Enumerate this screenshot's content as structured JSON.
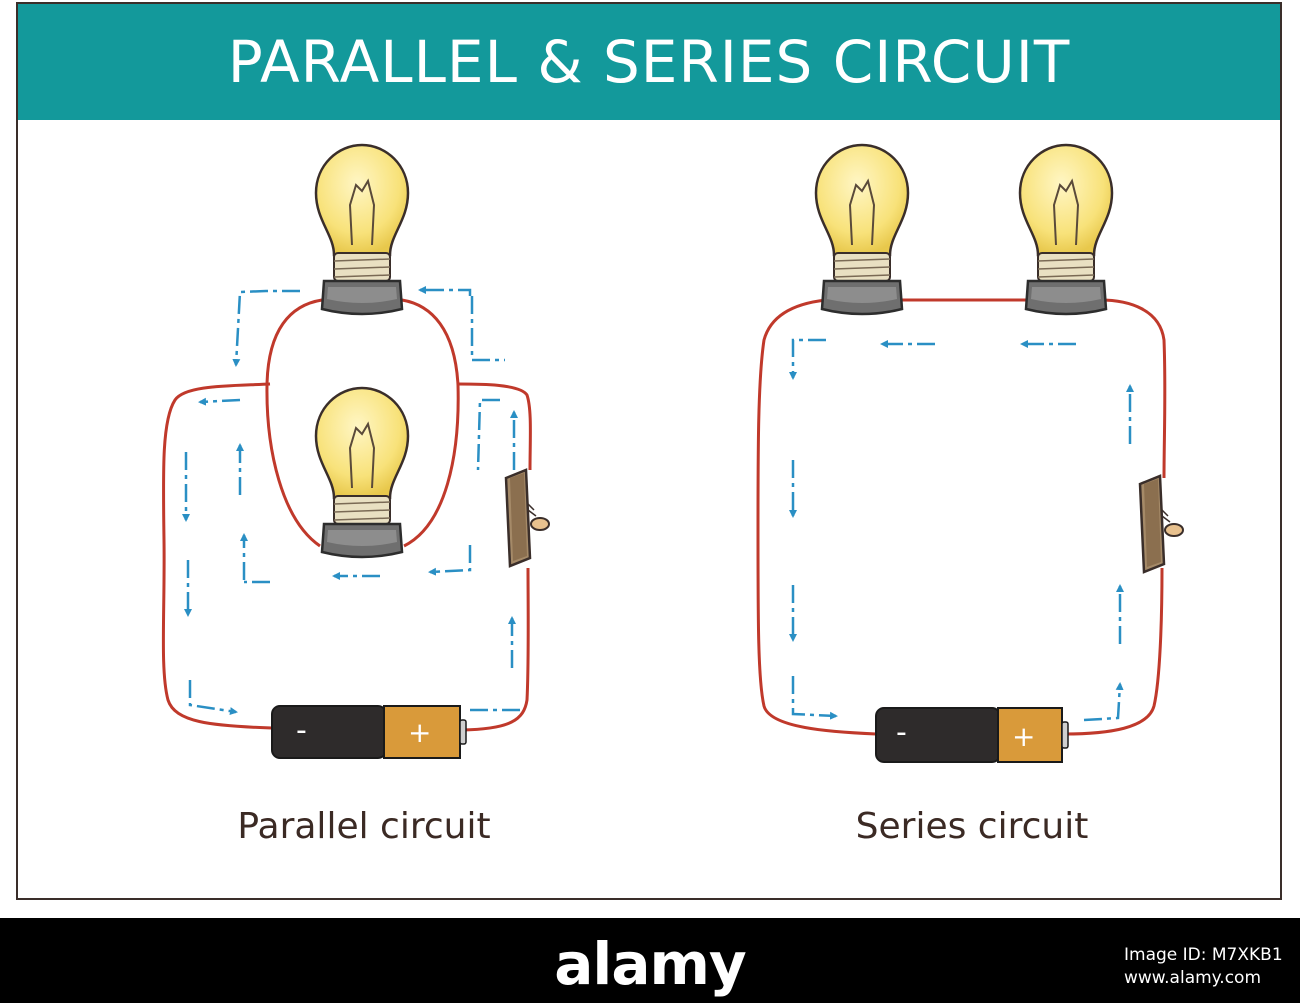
{
  "header": {
    "title": "PARALLEL & SERIES CIRCUIT"
  },
  "parallel": {
    "caption": "Parallel circuit",
    "battery": {
      "minus": "-",
      "plus": "+"
    }
  },
  "series": {
    "caption": "Series circuit",
    "battery": {
      "minus": "-",
      "plus": "+"
    }
  },
  "watermark": {
    "logo": "alamy",
    "image_id": "Image ID: M7XKB1",
    "url": "www.alamy.com"
  },
  "colors": {
    "banner": "#13999b",
    "wire": "#c0392b",
    "current_arrow": "#2a8fc4",
    "bulb_glass": "#f8e27a",
    "battery_plus": "#d99a3a",
    "battery_minus": "#2e2b2b"
  }
}
